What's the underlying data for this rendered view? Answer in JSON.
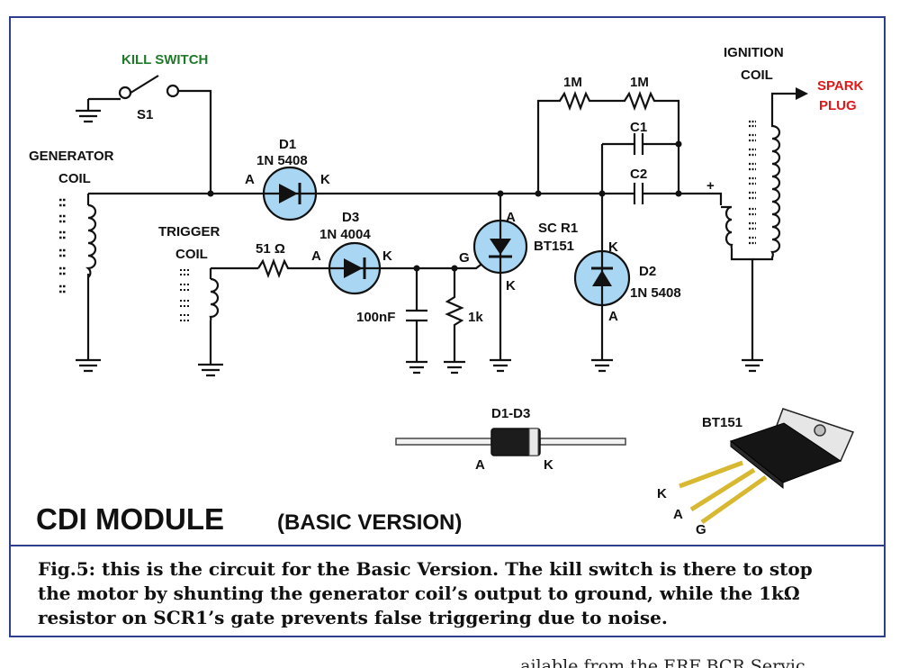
{
  "labels": {
    "kill_switch": "KILL SWITCH",
    "s1": "S1",
    "generator_coil_line1": "GENERATOR",
    "generator_coil_line2": "COIL",
    "d1_name": "D1",
    "d1_part": "1N 5408",
    "d1_anode": "A",
    "d1_cathode": "K",
    "trigger_coil_line1": "TRIGGER",
    "trigger_coil_line2": "COIL",
    "r_51": "51 Ω",
    "d3_name": "D3",
    "d3_part": "1N 4004",
    "d3_anode": "A",
    "d3_cathode": "K",
    "cap_100nf": "100nF",
    "r_1k": "1k",
    "scr_anode": "A",
    "scr_gate": "G",
    "scr_cathode": "K",
    "scr_name": "SC R1",
    "scr_part": "BT151",
    "r_1m_a": "1M",
    "r_1m_b": "1M",
    "c1": "C1",
    "c2": "C2",
    "plus": "+",
    "d2_cathode": "K",
    "d2_anode": "A",
    "d2_name": "D2",
    "d2_part": "1N 5408",
    "ignition_coil_line1": "IGNITION",
    "ignition_coil_line2": "COIL",
    "spark_plug_line1": "SPARK",
    "spark_plug_line2": "PLUG",
    "diode_pkg_name": "D1-D3",
    "diode_pkg_anode": "A",
    "diode_pkg_cathode": "K",
    "scr_pkg_name": "BT151",
    "scr_pkg_k": "K",
    "scr_pkg_a": "A",
    "scr_pkg_g": "G"
  },
  "title": {
    "main": "CDI MODULE",
    "sub": "(BASIC VERSION)"
  },
  "caption": {
    "line1": "Fig.5: this is the circuit for the Basic Version. The kill switch is there to stop",
    "line2": "the motor by shunting the generator coil’s output to ground, while the 1kΩ",
    "line3": "resistor on SCR1’s gate prevents false triggering due to noise."
  },
  "footer": {
    "fragment": "...ailable from the ERF BCR Servic"
  },
  "colors": {
    "frame": "#2d3f8c",
    "device_fill": "#a9d6f2",
    "kill_switch_label": "#1f7a2a",
    "spark_plug_label": "#e01818"
  }
}
